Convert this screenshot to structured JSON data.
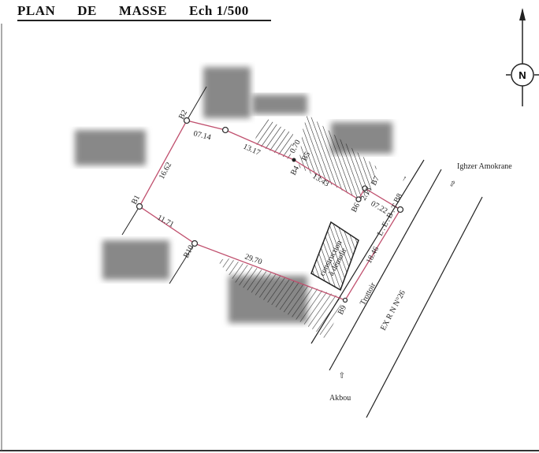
{
  "title": {
    "plan": "PLAN",
    "de": "DE",
    "masse": "MASSE",
    "scale": "Ech 1/500"
  },
  "north": {
    "label": "N"
  },
  "points": [
    "B1",
    "B2",
    "B4",
    "B5",
    "B6",
    "B7",
    "B8",
    "B9",
    "B10"
  ],
  "dimensions": {
    "b1_b2": "16.62",
    "b2_mid": "07.14",
    "mid_b4": "13.17",
    "b4_b5": "0.70",
    "b5_b6": "13.43",
    "b6_b7": "2.13",
    "b7_b8": "07.22",
    "b8_b9": "18.46",
    "b9_b10": "29.70",
    "b10_b1": "11.71"
  },
  "labels": {
    "construction": "construction",
    "demolir": "à démolir",
    "lebt": "L.E.B.T",
    "trottoir": "Trottoir",
    "road": "EX R N   N°26",
    "ighzer": "Ighzer Amokrane",
    "akbou": "Akbou"
  },
  "colors": {
    "boundary": "#c0506e",
    "ink": "#222222"
  }
}
